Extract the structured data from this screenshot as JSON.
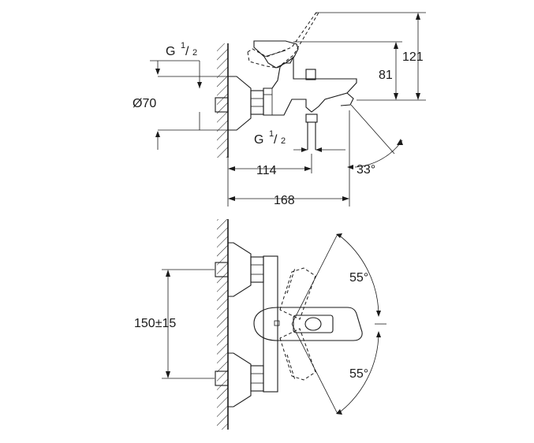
{
  "top_view": {
    "thread_top": {
      "base": "G",
      "num": "1",
      "den": "2"
    },
    "thread_bottom": {
      "base": "G",
      "num": "1",
      "den": "2"
    },
    "diameter": "Ø70",
    "dim_121": "121",
    "dim_81": "81",
    "dim_114": "114",
    "dim_168": "168",
    "angle": "33°"
  },
  "front_view": {
    "dim_150": "150±15",
    "angle_top": "55°",
    "angle_bottom": "55°"
  }
}
